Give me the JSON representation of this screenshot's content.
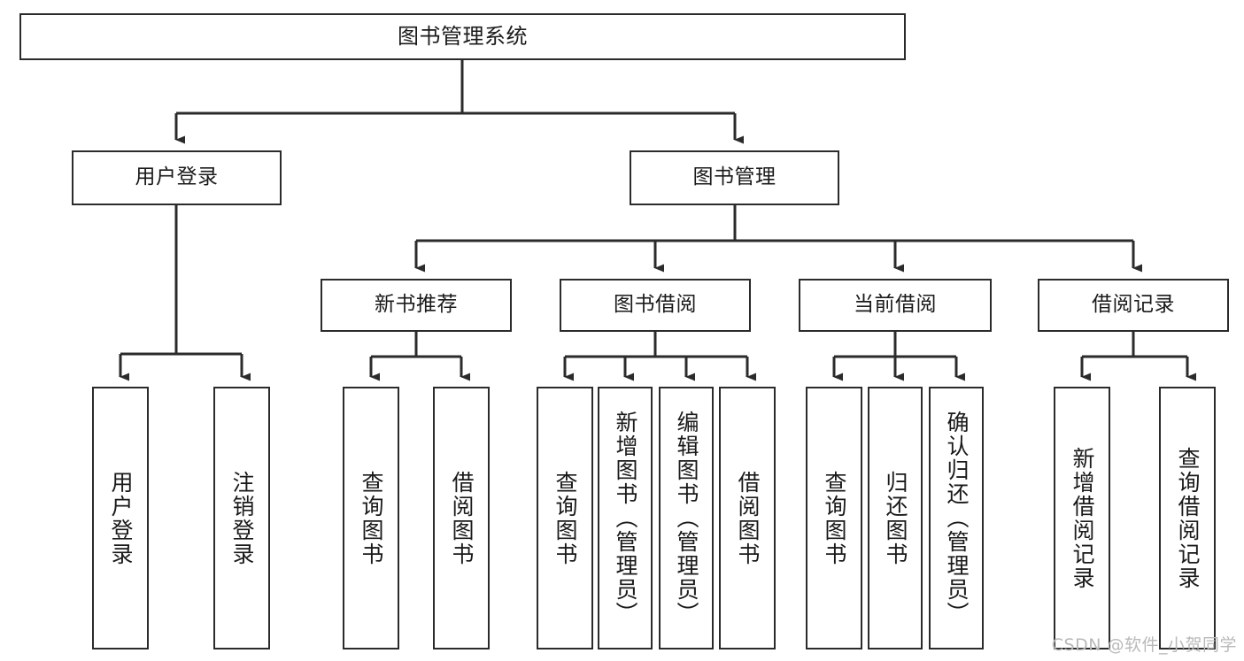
{
  "diagram": {
    "title": "图书管理系统",
    "type": "tree",
    "colors": {
      "box_border": "#2b2b2b",
      "box_fill": "#ffffff",
      "connector": "#2b2b2b",
      "background": "#ffffff",
      "watermark": "#b9b9b9"
    },
    "watermark": "CSDN @软件_小贺同学",
    "root": {
      "label": "图书管理系统"
    },
    "level2": [
      {
        "label": "用户登录"
      },
      {
        "label": "图书管理"
      }
    ],
    "level3": [
      {
        "label": "新书推荐"
      },
      {
        "label": "图书借阅"
      },
      {
        "label": "当前借阅"
      },
      {
        "label": "借阅记录"
      }
    ],
    "leaves": {
      "user_login": [
        {
          "label": "用户登录"
        },
        {
          "label": "注销登录"
        }
      ],
      "new_book_recommend": [
        {
          "label": "查询图书"
        },
        {
          "label": "借阅图书"
        }
      ],
      "book_borrow": [
        {
          "label": "查询图书"
        },
        {
          "label": "新增图书（管理员）"
        },
        {
          "label": "编辑图书（管理员）"
        },
        {
          "label": "借阅图书"
        }
      ],
      "current_borrow": [
        {
          "label": "查询图书"
        },
        {
          "label": "归还图书"
        },
        {
          "label": "确认归还（管理员）"
        }
      ],
      "borrow_record": [
        {
          "label": "新增借阅记录"
        },
        {
          "label": "查询借阅记录"
        }
      ]
    }
  }
}
